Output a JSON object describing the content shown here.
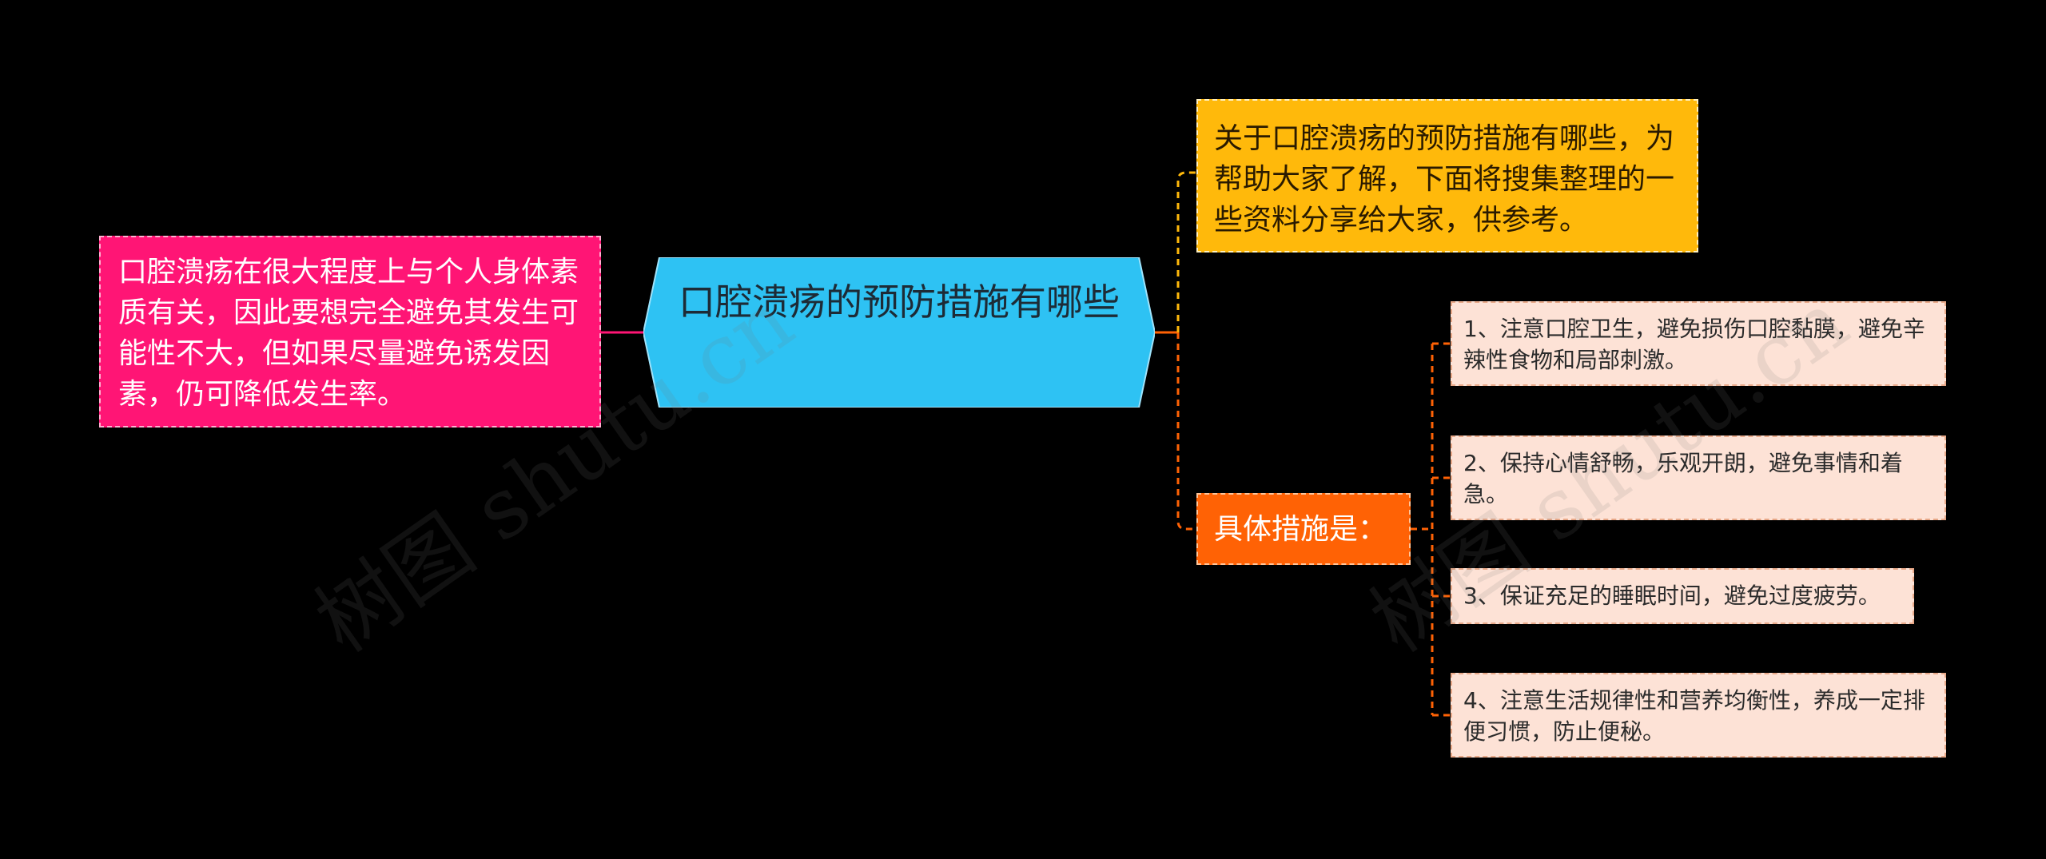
{
  "mindmap": {
    "central": {
      "label": "口腔溃疡的预防措施有哪些",
      "fill": "#2ec2f3"
    },
    "left_node": {
      "text": "口腔溃疡在很大程度上与个人身体素质有关，因此要想完全避免其发生可能性不大，但如果尽量避免诱发因素，仍可降低发生率。",
      "fill": "#ff1575"
    },
    "intro_node": {
      "text": "关于口腔溃疡的预防措施有哪些，为帮助大家了解，下面将搜集整理的一些资料分享给大家，供参考。",
      "fill": "#ffb90b"
    },
    "measures_node": {
      "label": "具体措施是：",
      "fill": "#ff6205",
      "items": [
        {
          "text": "1、注意口腔卫生，避免损伤口腔黏膜，避免辛辣性食物和局部刺激。"
        },
        {
          "text": "2、保持心情舒畅，乐观开朗，避免事情和着急。"
        },
        {
          "text": "3、保证充足的睡眠时间，避免过度疲劳。"
        },
        {
          "text": "4、注意生活规律性和营养均衡性，养成一定排便习惯，防止便秘。"
        }
      ],
      "item_fill": "#fde2d6"
    }
  },
  "watermark": {
    "text": "树图 shutu.cn"
  }
}
